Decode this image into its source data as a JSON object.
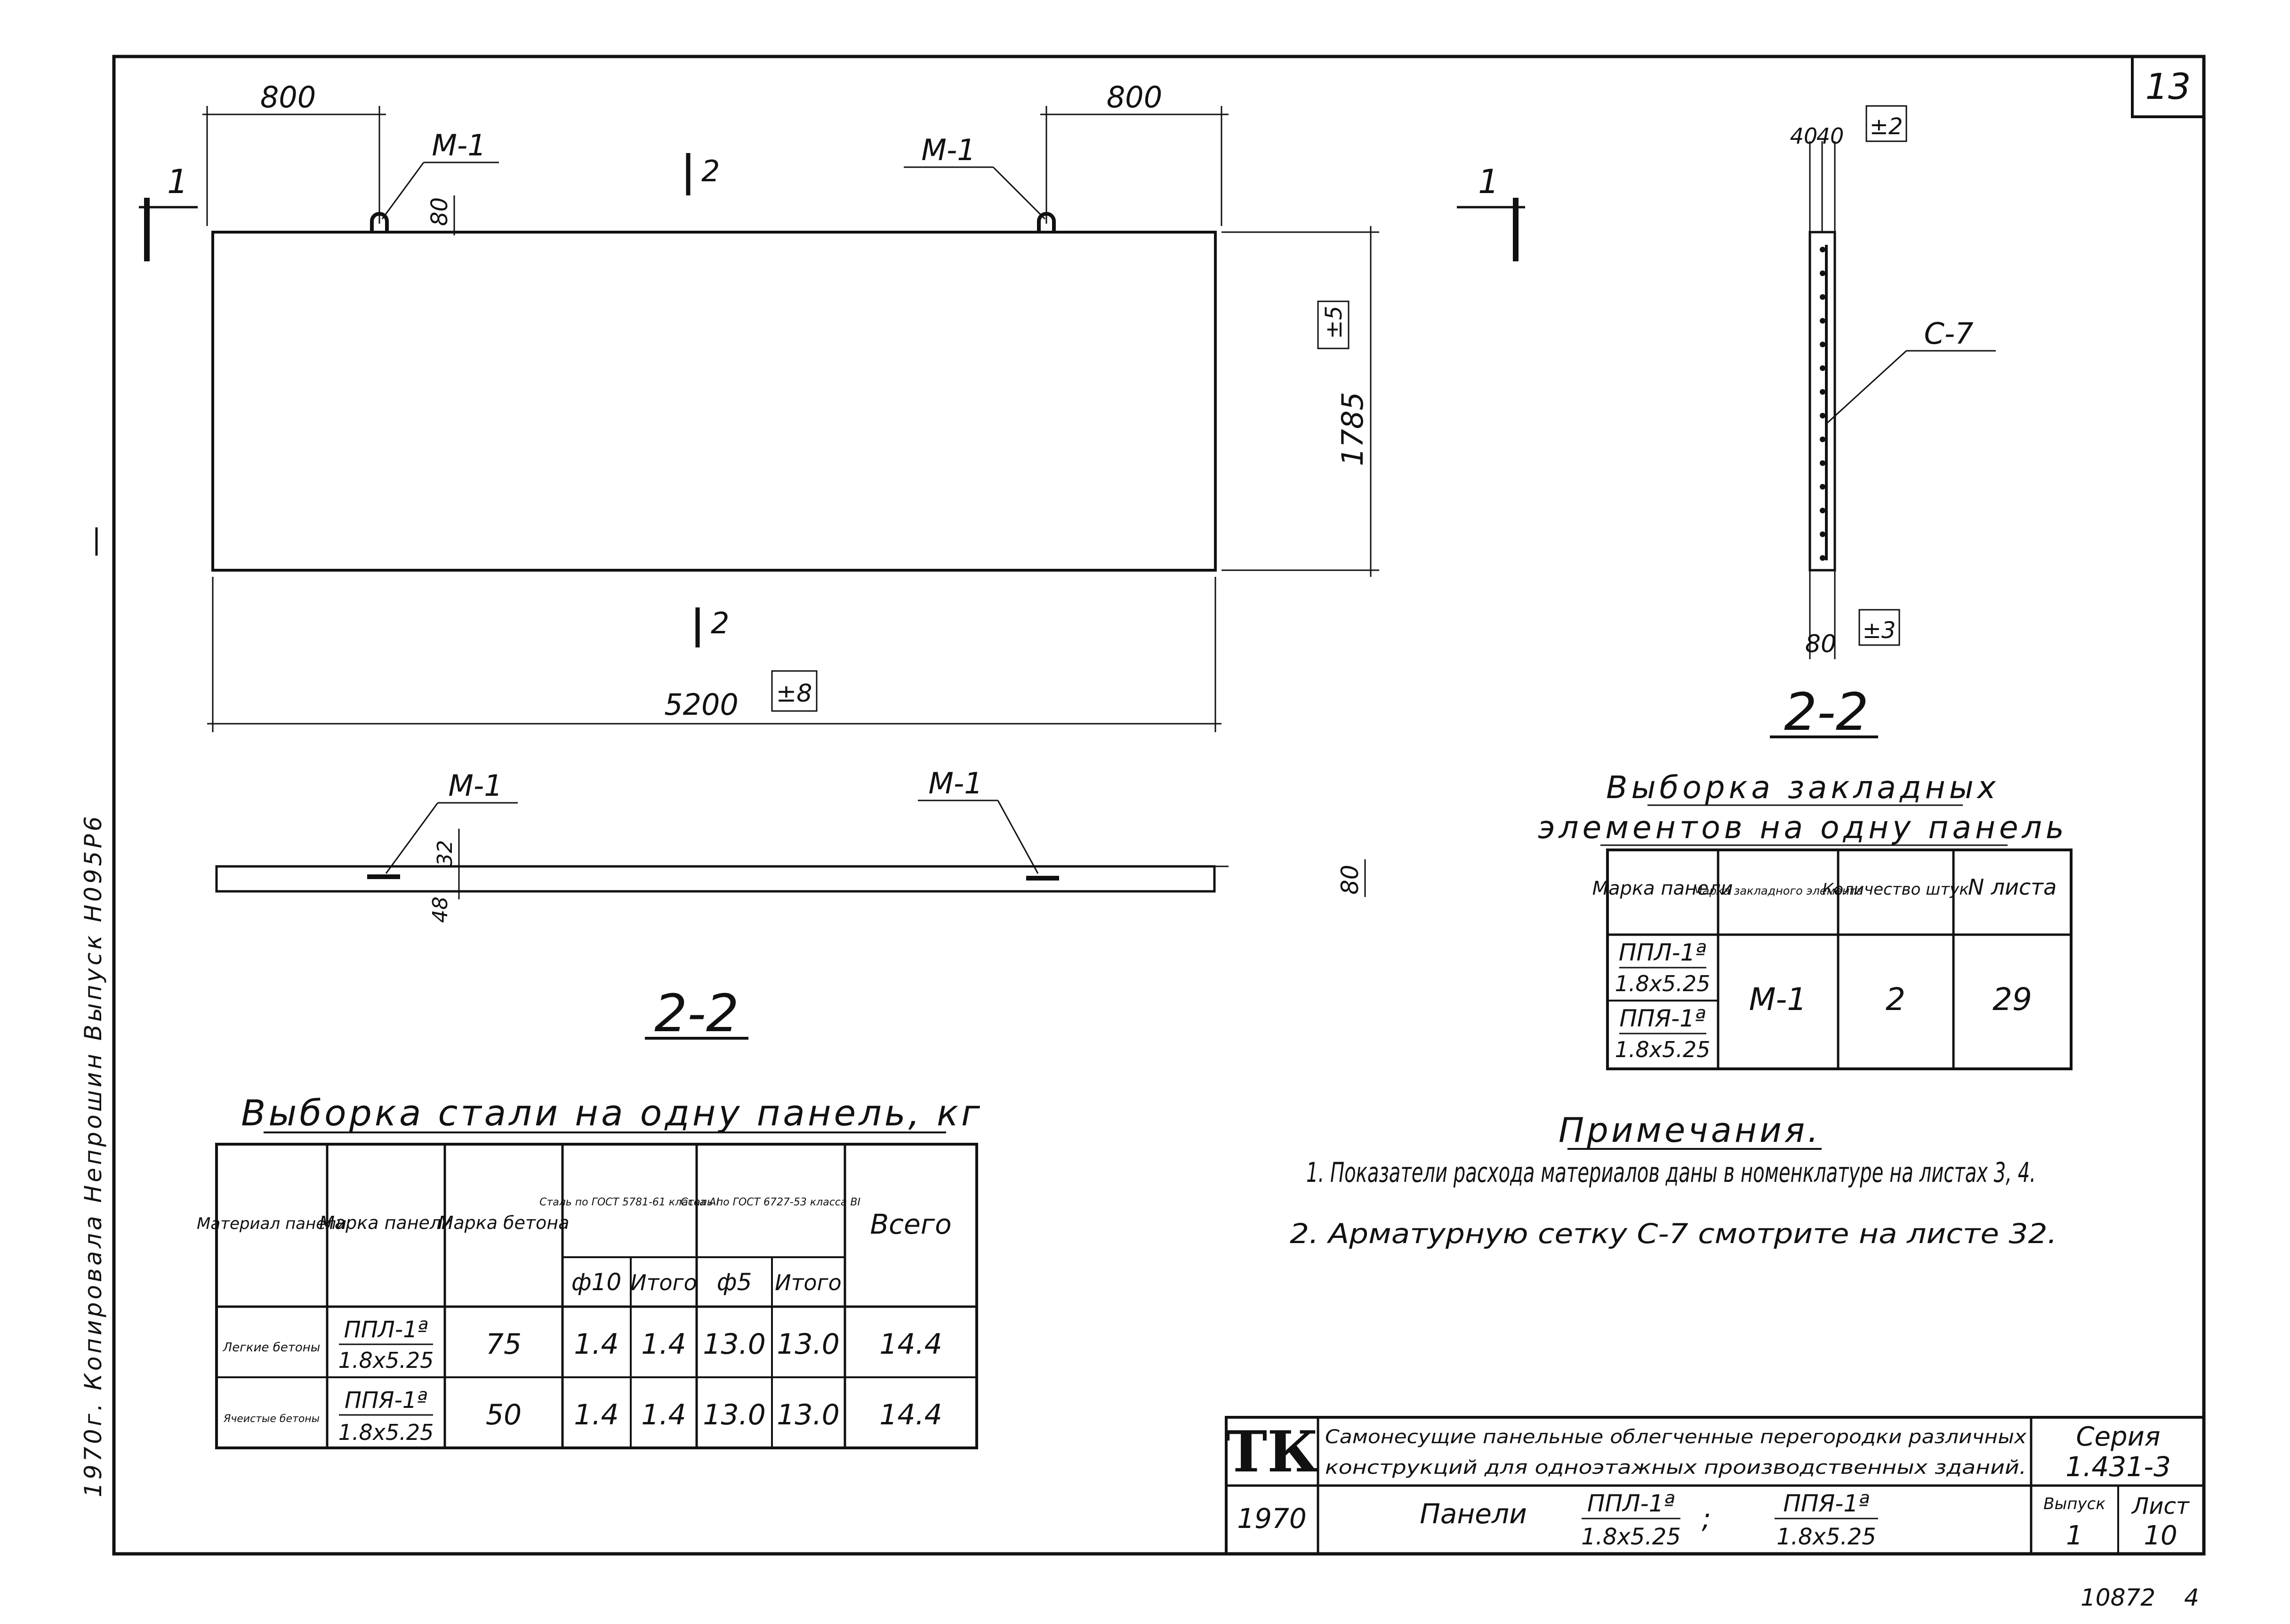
{
  "sheet": {
    "corner_number": "13",
    "footer_number": "10872",
    "footer_mark": "4",
    "side_text": "1970г. Копировала  Непрошин  Выпуск  Н095Р6"
  },
  "elevation": {
    "dim_left": "800",
    "dim_right": "800",
    "mark_left": "М-1",
    "mark_right": "М-1",
    "dim_80": "80",
    "height_dim": "1785",
    "height_tol": "±5",
    "width_dim": "5200",
    "width_tol": "±8",
    "section_mark_1": "1",
    "section_mark_2": "2"
  },
  "plan": {
    "mark_left": "М-1",
    "mark_right": "М-1",
    "dim_32": "32",
    "dim_48": "48",
    "dim_80": "80",
    "section_label": "2-2"
  },
  "section_view": {
    "dim_40a": "40",
    "dim_40b": "40",
    "tol_top": "±2",
    "mesh_label": "С-7",
    "dim_80": "80",
    "tol_bottom": "±3",
    "section_label": "2-2"
  },
  "steel_table": {
    "title": "Выборка стали на одну панель, кг",
    "headers": {
      "material": "Материал панели",
      "brand": "Марка панели",
      "concrete": "Марка бетона",
      "steel1": "Сталь по ГОСТ 5781-61 класса AI",
      "steel2": "Сталь по ГОСТ 6727-53 класса BI",
      "d10": "ф10",
      "total1": "Итого",
      "d5": "ф5",
      "total2": "Итого",
      "sum": "Всего"
    },
    "rows": [
      {
        "material": "Легкие бетоны",
        "brand_top": "ППЛ-1ª",
        "brand_bottom": "1.8x5.25",
        "concrete": "75",
        "d10": "1.4",
        "total1": "1.4",
        "d5": "13.0",
        "total2": "13.0",
        "sum": "14.4"
      },
      {
        "material": "Ячеистые бетоны",
        "brand_top": "ППЯ-1ª",
        "brand_bottom": "1.8x5.25",
        "concrete": "50",
        "d10": "1.4",
        "total1": "1.4",
        "d5": "13.0",
        "total2": "13.0",
        "sum": "14.4"
      }
    ]
  },
  "embed_table": {
    "title_1": "Выборка закладных",
    "title_2": "элементов на одну панель",
    "headers": {
      "brand": "Марка панели",
      "element": "Марка закладного элемента",
      "qty": "Количество штук",
      "sheet": "N листа"
    },
    "brand_1_top": "ППЛ-1ª",
    "brand_1_bottom": "1.8x5.25",
    "brand_2_top": "ППЯ-1ª",
    "brand_2_bottom": "1.8x5.25",
    "element": "М-1",
    "qty": "2",
    "sheet": "29"
  },
  "notes": {
    "title": "Примечания.",
    "items": [
      "1. Показатели расхода материалов даны в номенклатуре на листах 3, 4.",
      "2. Арматурную сетку С-7 смотрите на листе 32."
    ]
  },
  "title_block": {
    "logo": "ТК",
    "description_1": "Самонесущие панельные облегченные перегородки различных",
    "description_2": "конструкций для одноэтажных производственных зданий.",
    "series_label": "Серия",
    "series_value": "1.431-3",
    "year": "1970",
    "panels_label": "Панели",
    "panel_1_top": "ППЛ-1ª",
    "panel_1_bottom": "1.8x5.25",
    "separator": ";",
    "panel_2_top": "ППЯ-1ª",
    "panel_2_bottom": "1.8x5.25",
    "issue_label": "Выпуск",
    "issue_value": "1",
    "sheet_label": "Лист",
    "sheet_value": "10"
  }
}
